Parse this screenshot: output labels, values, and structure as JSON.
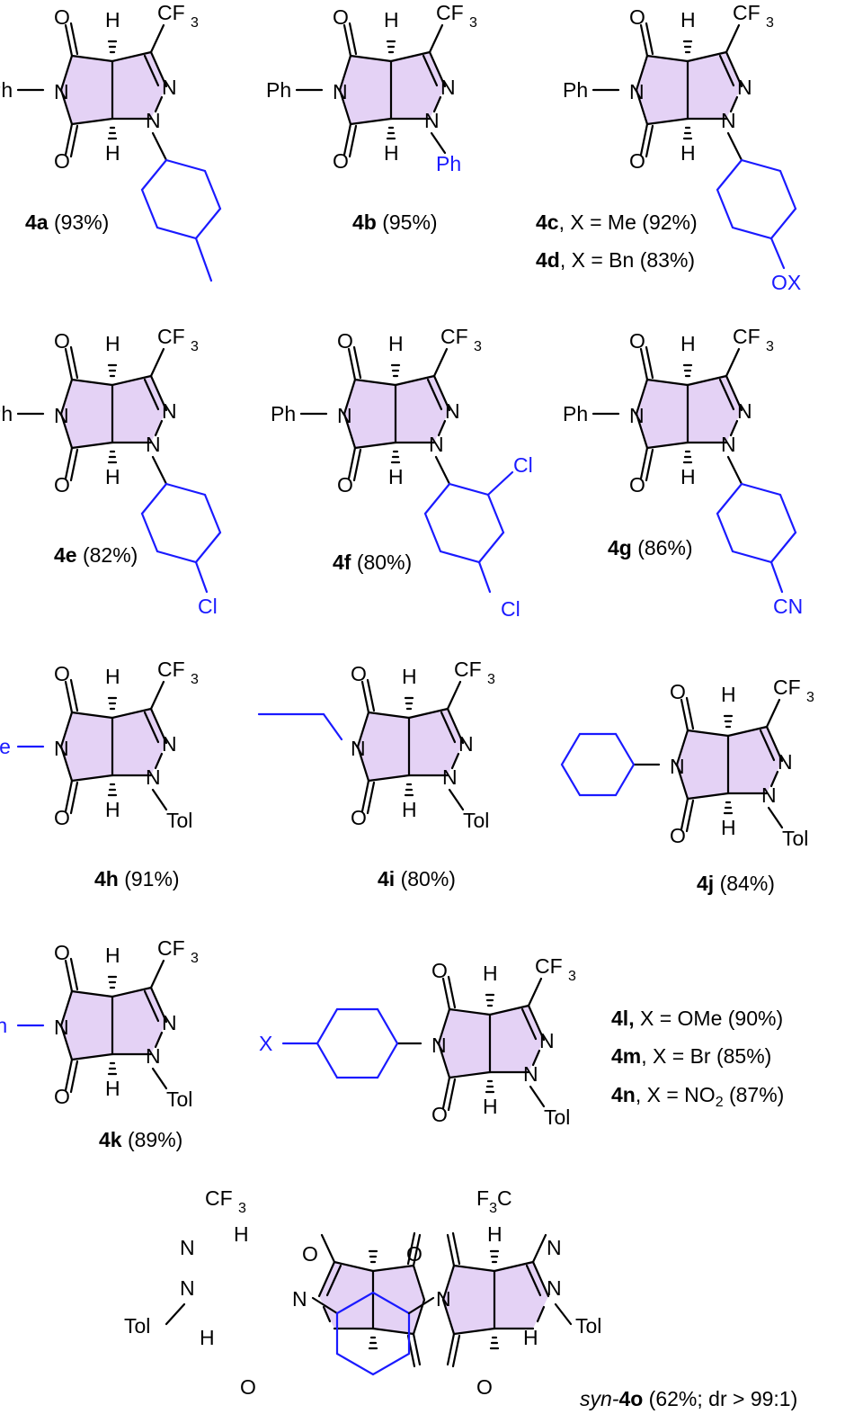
{
  "compounds": [
    {
      "id": "4a",
      "yield": "(93%)",
      "sub": "4-Me-C6H4"
    },
    {
      "id": "4b",
      "yield": "(95%)",
      "sub": "Ph"
    },
    {
      "id": "4c",
      "yield": "(92%)",
      "x": "X = Me"
    },
    {
      "id": "4d",
      "yield": "(83%)",
      "x": "X = Bn"
    },
    {
      "id": "4e",
      "yield": "(82%)"
    },
    {
      "id": "4f",
      "yield": "(80%)"
    },
    {
      "id": "4g",
      "yield": "(86%)"
    },
    {
      "id": "4h",
      "yield": "(91%)"
    },
    {
      "id": "4i",
      "yield": "(80%)"
    },
    {
      "id": "4j",
      "yield": "(84%)"
    },
    {
      "id": "4k",
      "yield": "(89%)"
    },
    {
      "id": "4l",
      "x": "X = OMe",
      "yield": "(90%)"
    },
    {
      "id": "4m",
      "x": "X = Br",
      "yield": "(85%)"
    },
    {
      "id": "4n",
      "x": "X = NO",
      "yield": "(87%)"
    }
  ],
  "final": {
    "prefix": "syn-",
    "id": "4o",
    "rest": " (62%; dr > 99:1)"
  },
  "labels": {
    "cf3": "CF",
    "three": "3",
    "f3c": "F",
    "c": "C",
    "o": "O",
    "h": "H",
    "n": "N",
    "ph": "Ph",
    "tol": "Tol",
    "cl": "Cl",
    "cn": "CN",
    "ox": "OX",
    "me": "Me",
    "bn": "Bn",
    "x": "X",
    "two": "2"
  },
  "colors": {
    "ring_fill": "#e4d2f5",
    "substituent": "#1a1aff"
  }
}
